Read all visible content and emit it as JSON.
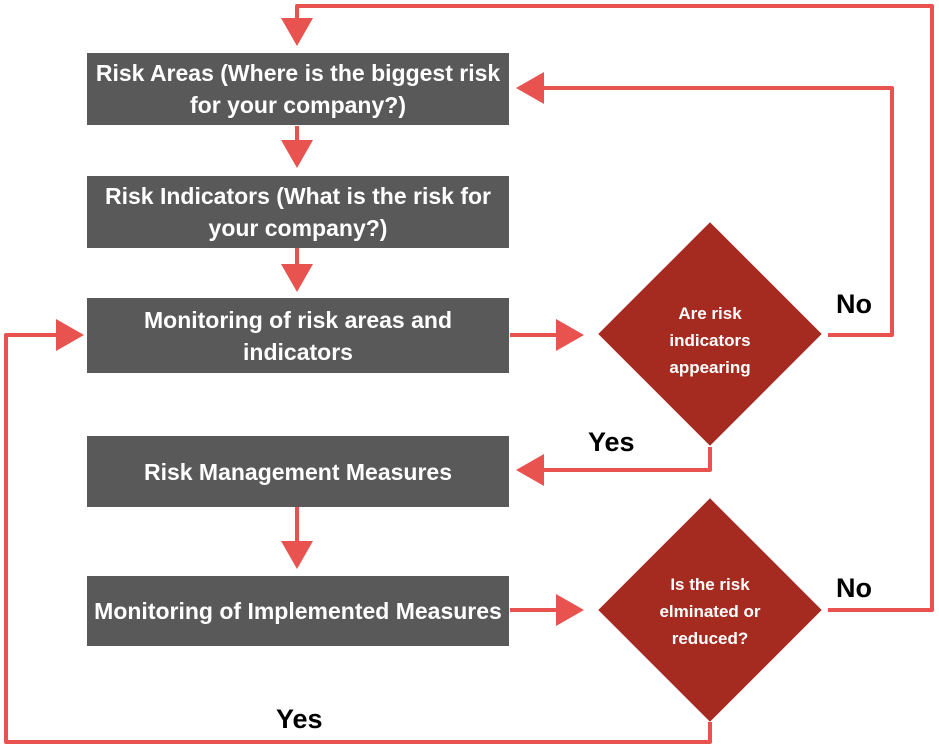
{
  "colors": {
    "box_fill": "#595959",
    "diamond_fill": "#a52b20",
    "arrow": "#e8524f",
    "text_on_box": "#ffffff",
    "label_text": "#000000"
  },
  "boxes": {
    "risk_areas": "Risk Areas (Where is the biggest risk for your company?)",
    "risk_indicators": "Risk Indicators (What is the risk for your company?)",
    "monitoring_risk": "Monitoring of risk areas and indicators",
    "risk_management": "Risk Management Measures",
    "monitoring_implemented": "Monitoring of Implemented Measures"
  },
  "decisions": {
    "indicators_appearing": "Are risk indicators appearing",
    "risk_eliminated": "Is the risk elminated or reduced?"
  },
  "labels": {
    "no_1": "No",
    "yes_1": "Yes",
    "no_2": "No",
    "yes_2": "Yes"
  }
}
